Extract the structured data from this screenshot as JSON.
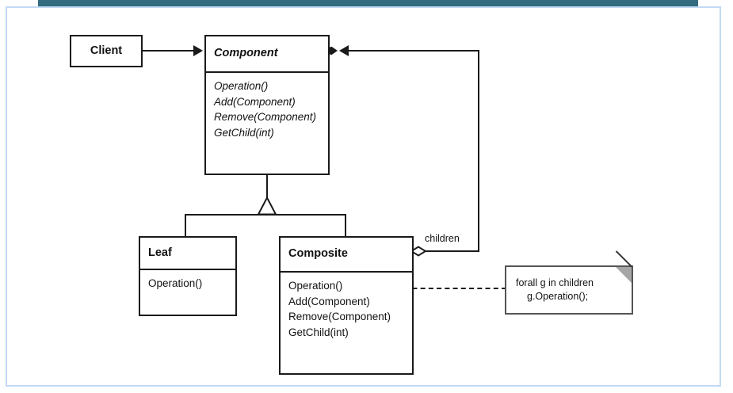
{
  "diagram": {
    "title": "Composite pattern UML class diagram",
    "type": "uml-class-diagram",
    "frame_color": "#c3daf4",
    "top_bar_color": "#336b7f",
    "line_color": "#1a1a1a",
    "note_fold_color": "#a6a6a6"
  },
  "classes": {
    "client": {
      "name": "Client",
      "style": "bold",
      "operations": []
    },
    "component": {
      "name": "Component",
      "style": "italic-bold-abstract",
      "operations": [
        "Operation()",
        "Add(Component)",
        "Remove(Component)",
        "GetChild(int)"
      ]
    },
    "leaf": {
      "name": "Leaf",
      "style": "bold",
      "operations": [
        "Operation()"
      ]
    },
    "composite": {
      "name": "Composite",
      "style": "bold",
      "operations": [
        "Operation()",
        "Add(Component)",
        "Remove(Component)",
        "GetChild(int)"
      ]
    }
  },
  "relationships": {
    "client_to_component": {
      "kind": "association",
      "arrowhead": "filled-arrow",
      "label": ""
    },
    "component_children": {
      "kind": "aggregation",
      "label": "children",
      "source_marker": "filled-diamond-with-arrow",
      "target_marker": "open-diamond"
    },
    "generalization": {
      "kind": "generalization",
      "marker": "open-triangle",
      "parent": "Component",
      "children": [
        "Leaf",
        "Composite"
      ]
    },
    "note_link": {
      "kind": "note-anchor",
      "style": "dashed",
      "anchor": "square-flag"
    }
  },
  "note": {
    "line1": "forall g in children",
    "line2": "g.Operation();"
  }
}
